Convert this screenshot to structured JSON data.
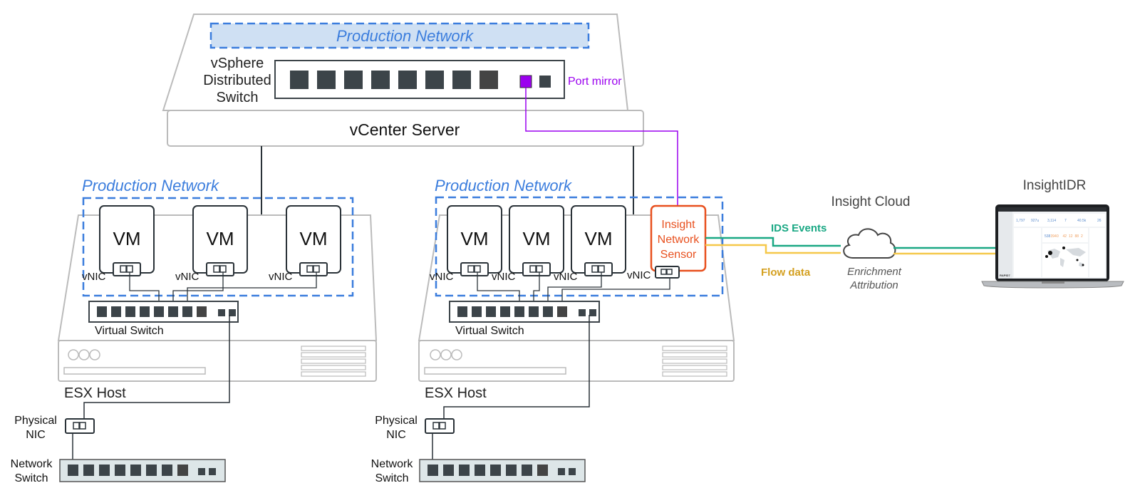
{
  "vcenter": {
    "production_network_label": "Production Network",
    "vds_label_lines": [
      "vSphere",
      "Distributed",
      "Switch"
    ],
    "port_mirror_label": "Port mirror",
    "server_label": "vCenter Server"
  },
  "hosts": [
    {
      "production_network_label": "Production Network",
      "vms": [
        {
          "label": "VM",
          "nic_label": "vNIC"
        },
        {
          "label": "VM",
          "nic_label": "vNIC"
        },
        {
          "label": "VM",
          "nic_label": "vNIC"
        }
      ],
      "virtual_switch_label": "Virtual Switch",
      "host_label": "ESX Host",
      "physical_nic_label_lines": [
        "Physical",
        "NIC"
      ],
      "network_switch_label_lines": [
        "Network",
        "Switch"
      ]
    },
    {
      "production_network_label": "Production Network",
      "vms": [
        {
          "label": "VM",
          "nic_label": "vNIC"
        },
        {
          "label": "VM",
          "nic_label": "vNIC"
        },
        {
          "label": "VM",
          "nic_label": "vNIC"
        }
      ],
      "sensor": {
        "label_lines": [
          "Insight",
          "Network",
          "Sensor"
        ],
        "nic_label": "vNIC"
      },
      "virtual_switch_label": "Virtual Switch",
      "host_label": "ESX Host",
      "physical_nic_label_lines": [
        "Physical",
        "NIC"
      ],
      "network_switch_label_lines": [
        "Network",
        "Switch"
      ]
    }
  ],
  "flows": {
    "ids_events_label": "IDS Events",
    "flow_data_label": "Flow data"
  },
  "cloud": {
    "title": "Insight Cloud",
    "caption_lines": [
      "Enrichment",
      "Attribution"
    ]
  },
  "insightidr": {
    "title": "InsightIDR",
    "screen_stats": [
      "1,797",
      "927u",
      "3,114",
      "7",
      "40.5k",
      "26"
    ],
    "screen_alerts": [
      "538",
      "394",
      "0",
      "42",
      "12",
      "88",
      "2"
    ],
    "brand": "RAPID7"
  },
  "colors": {
    "production_network": "#3b7ddd",
    "production_fill": "#cfe0f3",
    "port_mirror": "#9b00ef",
    "sensor": "#e8501e",
    "ids_events": "#1aa884",
    "flow_data": "#f5c84a",
    "flow_data_text": "#d4a020",
    "port": "#3c4449",
    "outline": "#bbbbbb"
  }
}
